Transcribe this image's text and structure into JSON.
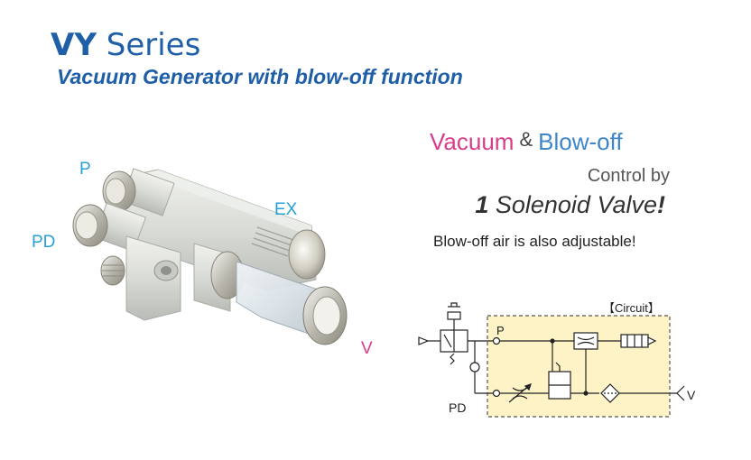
{
  "header": {
    "title_bold": "VY",
    "title_rest": "Series",
    "subtitle": "Vacuum Generator with blow-off function"
  },
  "ports": {
    "p": "P",
    "pd": "PD",
    "ex": "EX",
    "v": "V"
  },
  "features": {
    "vacuum": "Vacuum",
    "amp": "&",
    "blowoff": "Blow-off",
    "control_by": "Control by",
    "solenoid_num": "1",
    "solenoid_text": "Solenoid Valve",
    "solenoid_bang": "!",
    "adjustable": "Blow-off air is also adjustable!"
  },
  "circuit": {
    "label": "【Circuit】",
    "p": "P",
    "pd": "PD",
    "v": "V"
  },
  "colors": {
    "title_blue": "#1f5fa8",
    "port_blue": "#2aa0d8",
    "vacuum_pink": "#d83d8c",
    "blowoff_blue": "#3f86c8",
    "circuit_fill": "#fdf3c6"
  }
}
